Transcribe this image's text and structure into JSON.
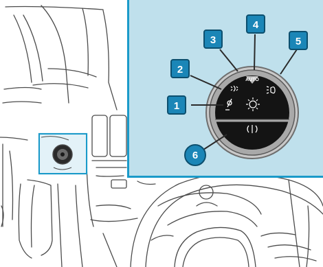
{
  "colors": {
    "panel": "#bfe0ec",
    "panel_border": "#1a9ac9",
    "badge_fill": "#1b86b7",
    "badge_stroke": "#0c4f6e",
    "highlight": "#1a9ac9",
    "line_art": "#4b4b4b",
    "knob_dark": "#141414",
    "knob_ring": "#a9a9a9"
  },
  "callouts": [
    {
      "label": "1"
    },
    {
      "label": "2"
    },
    {
      "label": "3"
    },
    {
      "label": "4"
    },
    {
      "label": "5"
    },
    {
      "label": "6"
    }
  ],
  "switch_positions": {
    "auto": "AUTO",
    "parking_icon": "parking-light-icon",
    "low_beam_icon": "low-beam-icon",
    "off_icon": "lights-off-icon",
    "fog_icon": "rear-fog-light-icon",
    "lamp_icon": "lamp-icon"
  }
}
